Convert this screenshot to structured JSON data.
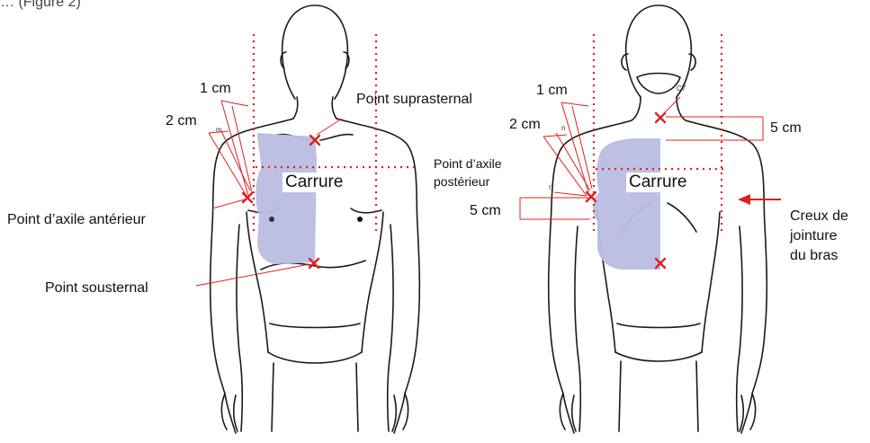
{
  "caption": "… (Figure 2)",
  "front": {
    "carrure": "Carrure",
    "point_suprasternal": "Point suprasternal",
    "point_axile_anterieur": "Point d’axile antérieur",
    "point_sousternal": "Point sousternal",
    "dim_1cm": "1 cm",
    "dim_2cm": "2 cm",
    "tiny_m": "m"
  },
  "back": {
    "carrure": "Carrure",
    "c7": "C7",
    "point_axile_posterieur_l1": "Point d’axile",
    "point_axile_posterieur_l2": "postérieur",
    "creux_l1": "Creux de",
    "creux_l2": "jointure",
    "creux_l3": "du bras",
    "dim_1cm": "1 cm",
    "dim_2cm": "2 cm",
    "dim_5cm_top": "5 cm",
    "dim_5cm_side": "5 cm",
    "tiny_n": "n",
    "tiny_r": "r"
  },
  "colors": {
    "shade": "#b9bde0",
    "marker": "#e02020",
    "guide": "#e02020",
    "outline": "#1a1a1a"
  }
}
